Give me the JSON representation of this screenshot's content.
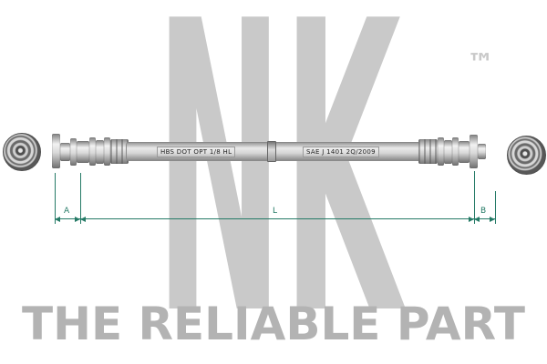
{
  "brand": {
    "logo": "NK",
    "logo_trademark": "™",
    "tagline": "THE RELIABLE PART"
  },
  "hose_markings": {
    "left": "HBS DOT OPT 1/8 HL",
    "right": "SAE J 1401 2Q/2009"
  },
  "dimension_labels": {
    "a": "A",
    "l": "L",
    "b": "B"
  },
  "colors": {
    "watermark_gray": "#c9c9c9",
    "tagline_gray": "#b3b3b3",
    "dimension_teal": "#257a66"
  }
}
